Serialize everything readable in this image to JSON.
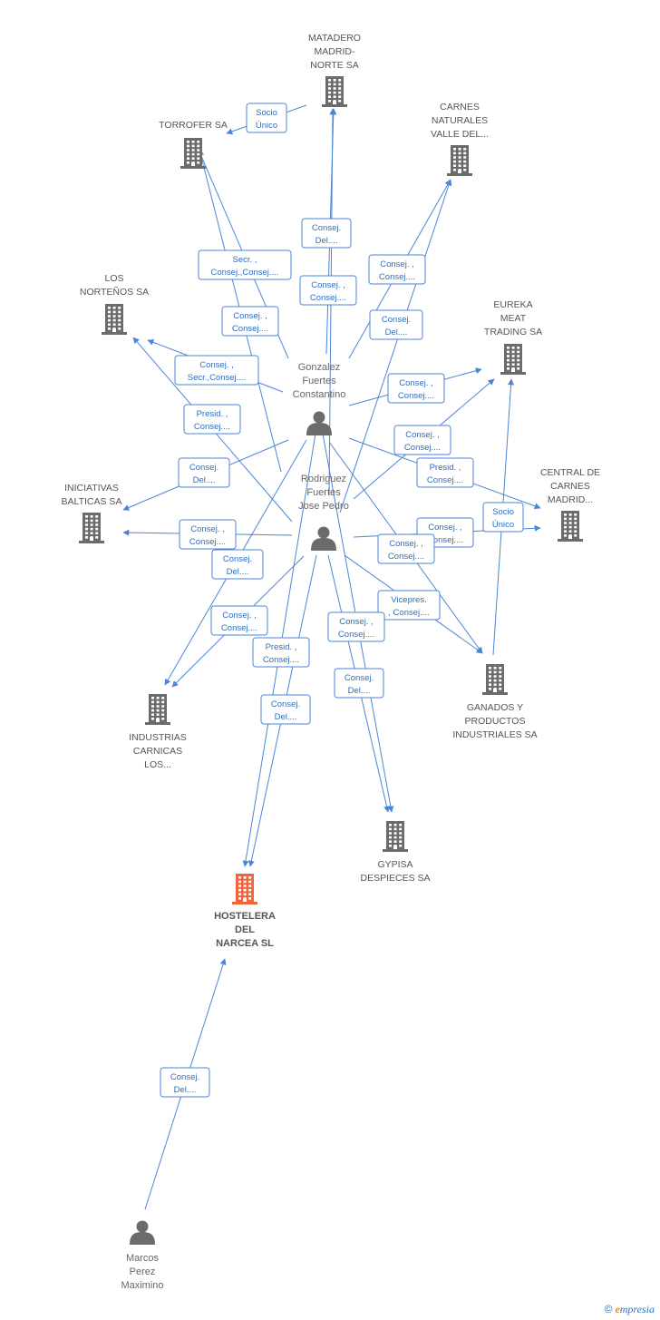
{
  "colors": {
    "edge": "#4a86d8",
    "edge_text": "#2e6fc0",
    "company_icon": "#6b6b6b",
    "main_company_icon": "#f0643c",
    "person_icon": "#6b6b6b"
  },
  "companies": [
    {
      "id": "matadero",
      "label": [
        "MATADERO",
        "MADRID-",
        "NORTE SA"
      ]
    },
    {
      "id": "torrofer",
      "label": [
        "TORROFER SA"
      ]
    },
    {
      "id": "carnes",
      "label": [
        "CARNES",
        "NATURALES",
        "VALLE DEL..."
      ]
    },
    {
      "id": "nortenos",
      "label": [
        "LOS",
        "NORTEÑOS SA"
      ]
    },
    {
      "id": "eureka",
      "label": [
        "EUREKA",
        "MEAT",
        "TRADING SA"
      ]
    },
    {
      "id": "central",
      "label": [
        "CENTRAL DE",
        "CARNES",
        "MADRID..."
      ]
    },
    {
      "id": "iniciativas",
      "label": [
        "INICIATIVAS",
        "BALTICAS SA"
      ]
    },
    {
      "id": "ganados",
      "label": [
        "GANADOS Y",
        "PRODUCTOS",
        "INDUSTRIALES SA"
      ]
    },
    {
      "id": "industrias",
      "label": [
        "INDUSTRIAS",
        "CARNICAS",
        "LOS..."
      ]
    },
    {
      "id": "gypisa",
      "label": [
        "GYPISA",
        "DESPIECES SA"
      ]
    },
    {
      "id": "hostelera",
      "label": [
        "HOSTELERA",
        "DEL",
        "NARCEA SL"
      ],
      "main": true
    }
  ],
  "persons": [
    {
      "id": "gonzalez",
      "label": [
        "Gonzalez",
        "Fuertes",
        "Constantino"
      ]
    },
    {
      "id": "rodriguez",
      "label": [
        "Rodriguez",
        "Fuertes",
        "Jose Pedro"
      ]
    },
    {
      "id": "marcos",
      "label": [
        "Marcos",
        "Perez",
        "Maximino"
      ]
    }
  ],
  "edges": [
    {
      "from": "matadero",
      "to": "torrofer",
      "label": [
        "Socio",
        "Único"
      ]
    },
    {
      "from": "gonzalez",
      "to": "matadero",
      "label": [
        "Consej.",
        "Del...."
      ]
    },
    {
      "from": "rodriguez",
      "to": "matadero",
      "label": [
        "Consej. ,",
        "Consej...."
      ]
    },
    {
      "from": "gonzalez",
      "to": "torrofer",
      "label": [
        "Secr. ,",
        "Consej.,Consej...."
      ]
    },
    {
      "from": "rodriguez",
      "to": "torrofer",
      "label": [
        "Consej. ,",
        "Consej...."
      ]
    },
    {
      "from": "gonzalez",
      "to": "carnes",
      "label": [
        "Consej. ,",
        "Consej...."
      ]
    },
    {
      "from": "rodriguez",
      "to": "carnes",
      "label": [
        "Consej.",
        "Del...."
      ]
    },
    {
      "from": "gonzalez",
      "to": "nortenos",
      "label": [
        "Consej. ,",
        "Secr.,Consej...."
      ]
    },
    {
      "from": "rodriguez",
      "to": "nortenos",
      "label": [
        "Presid. ,",
        "Consej...."
      ]
    },
    {
      "from": "gonzalez",
      "to": "eureka",
      "label": [
        "Consej. ,",
        "Consej...."
      ]
    },
    {
      "from": "rodriguez",
      "to": "eureka",
      "label": [
        "Consej. ,",
        "Consej...."
      ]
    },
    {
      "from": "gonzalez",
      "to": "central",
      "label": [
        "Presid. ,",
        "Consej...."
      ]
    },
    {
      "from": "ganados",
      "to": "central",
      "label": [
        "Socio",
        "Único"
      ]
    },
    {
      "from": "rodriguez",
      "to": "central",
      "label": [
        "Consej. ,",
        "Consej...."
      ]
    },
    {
      "from": "gonzalez",
      "to": "iniciativas",
      "label": [
        "Consej.",
        "Del...."
      ]
    },
    {
      "from": "rodriguez",
      "to": "iniciativas",
      "label": [
        "Consej. ,",
        "Consej...."
      ]
    },
    {
      "from": "gonzalez",
      "to": "ganados",
      "label": [
        "Consej. ,",
        "Consej...."
      ]
    },
    {
      "from": "rodriguez",
      "to": "ganados",
      "label": [
        "Vicepres.",
        ", Consej...."
      ]
    },
    {
      "from": "gonzalez",
      "to": "industrias",
      "label": [
        "Consej.",
        "Del...."
      ]
    },
    {
      "from": "rodriguez",
      "to": "industrias",
      "label": [
        "Consej. ,",
        "Consej...."
      ]
    },
    {
      "from": "gonzalez",
      "to": "gypisa",
      "label": [
        "Consej. ,",
        "Consej...."
      ]
    },
    {
      "from": "rodriguez",
      "to": "gypisa",
      "label": [
        "Consej.",
        "Del...."
      ]
    },
    {
      "from": "gonzalez",
      "to": "hostelera",
      "label": [
        "Presid. ,",
        "Consej...."
      ]
    },
    {
      "from": "rodriguez",
      "to": "hostelera",
      "label": [
        "Consej.",
        "Del...."
      ]
    },
    {
      "from": "marcos",
      "to": "hostelera",
      "label": [
        "Consej.",
        "Del...."
      ]
    }
  ],
  "footer": {
    "copyright": "©",
    "brand_initial": "e",
    "brand_rest": "mpresia"
  }
}
